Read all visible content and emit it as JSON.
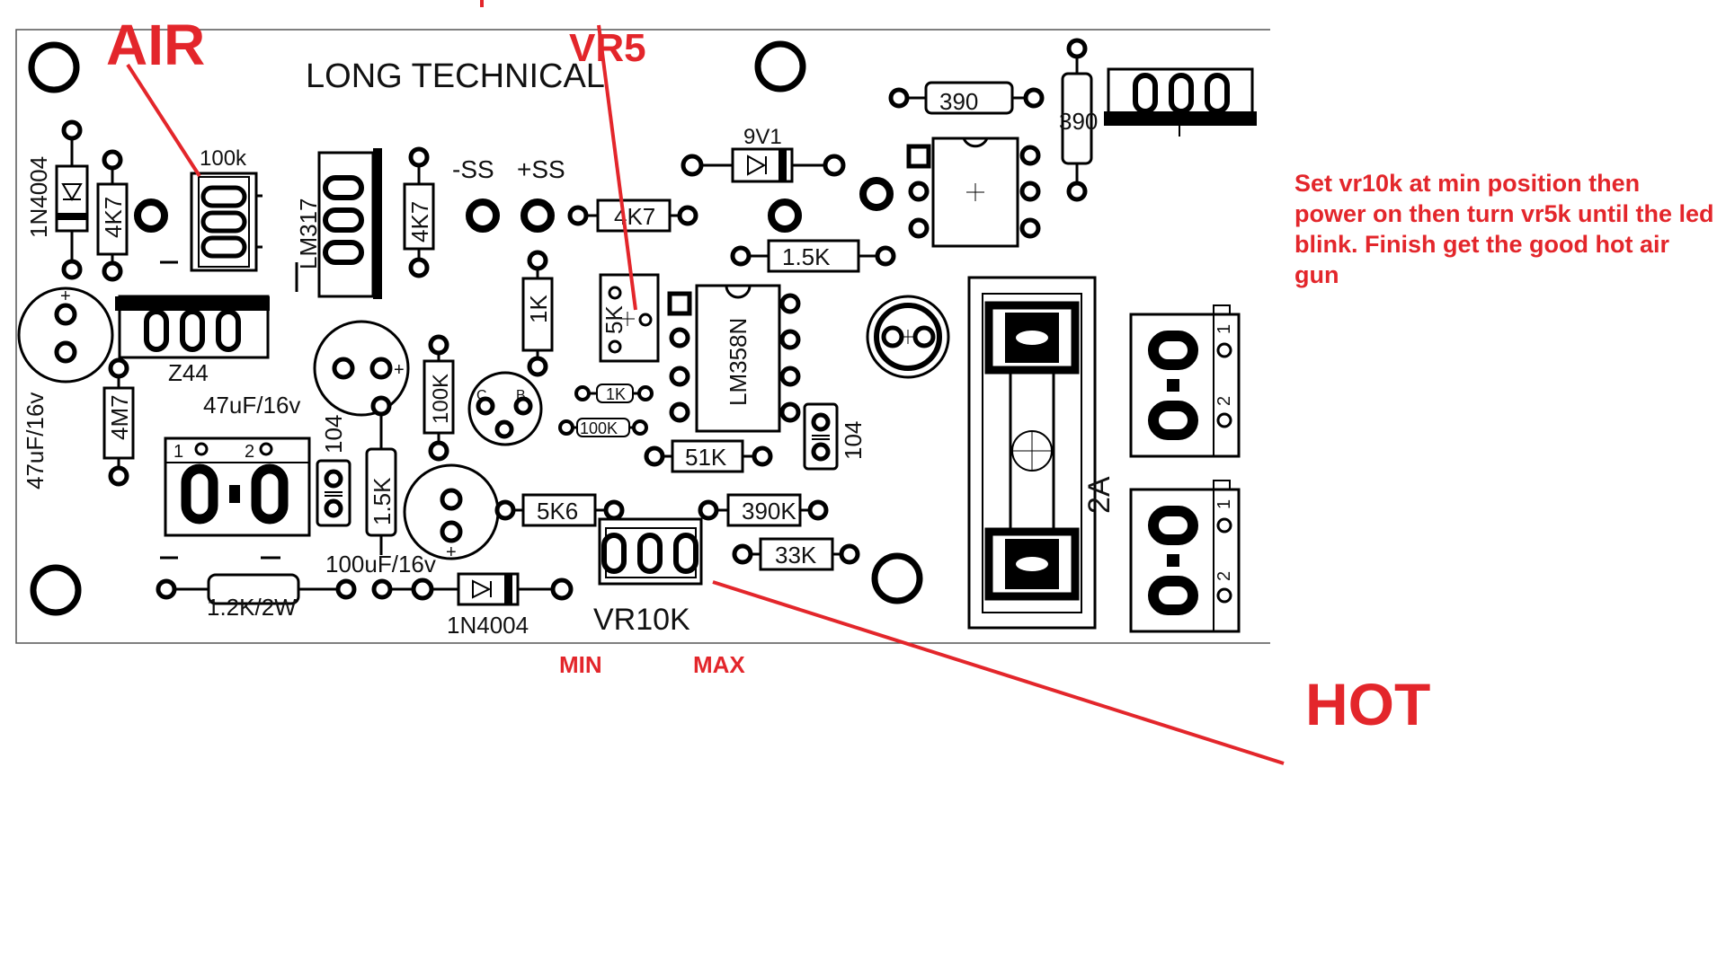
{
  "board": {
    "title": "LONG TECHNICAL",
    "labels": {
      "diode_1n4004_a": "1N4004",
      "res_4k7_a": "4K7",
      "pot_100k": "100k",
      "reg_lm317": "LM317",
      "res_4k7_b": "4K7",
      "minus_ss": "-SS",
      "plus_ss": "+SS",
      "res_4k7_c": "4K7",
      "zener_9v1": "9V1",
      "res_390_a": "390",
      "res_390_b": "390",
      "res_1k5_a": "1.5K",
      "res_1k": "1K",
      "pot_5k": "5K",
      "ic_lm358n": "LM358N",
      "res_1k_small": "1K",
      "res_100k_small": "100K",
      "res_51k": "51K",
      "cap_104_a": "104",
      "mosfet_z44": "Z44",
      "cap_47uf_a": "47uF/16v",
      "cap_47uf_b": "47uF/16v",
      "res_4m7": "4M7",
      "res_100k_b": "100K",
      "cap_104_b": "104",
      "res_1k5_b": "1.5K",
      "res_5k6": "5K6",
      "res_390k": "390K",
      "res_33k": "33K",
      "cap_100uf": "100uF/16v",
      "res_1k2_2w": "1.2K/2W",
      "diode_1n4004_b": "1N4004",
      "pot_vr10k": "VR10K",
      "fuse_2a": "2A",
      "term_1": "1",
      "term_2": "2",
      "term_1b": "1",
      "term_2b": "2",
      "pad_c": "C",
      "pad_b": "B"
    }
  },
  "annotations": {
    "air": "AIR",
    "vr5": "VR5",
    "hot": "HOT",
    "min": "MIN",
    "max": "MAX",
    "note": "Set vr10k at min position then power on then turn vr5k until the led blink. Finish get the good hot air gun",
    "color": "#e3262b"
  }
}
